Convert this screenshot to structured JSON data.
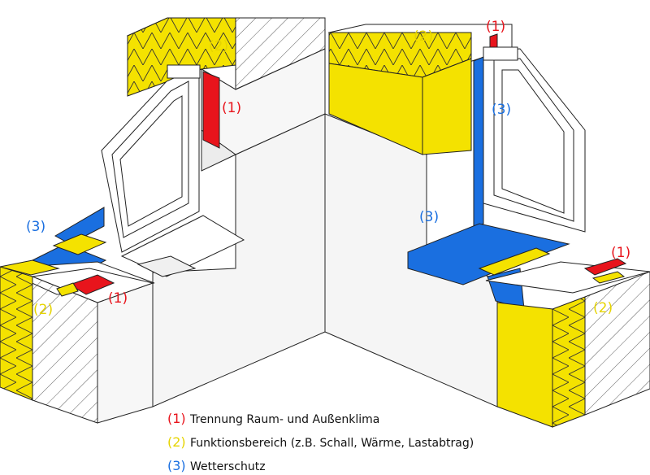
{
  "colors": {
    "red": "#e8141c",
    "yellow": "#f4e200",
    "blue": "#1a6fe0",
    "label_yellow": "#e6d400",
    "line": "#222222",
    "wall_face": "#f2f2f2"
  },
  "labels": {
    "one": "(1)",
    "two": "(2)",
    "three": "(3)"
  },
  "legend": [
    {
      "num": "(1)",
      "text": "Trennung Raum- und Außenklima",
      "color": "#e8141c"
    },
    {
      "num": "(2)",
      "text": "Funktionsbereich (z.B. Schall, Wärme, Lastabtrag)",
      "color": "#e6d400"
    },
    {
      "num": "(3)",
      "text": "Wetterschutz",
      "color": "#1a6fe0"
    }
  ]
}
